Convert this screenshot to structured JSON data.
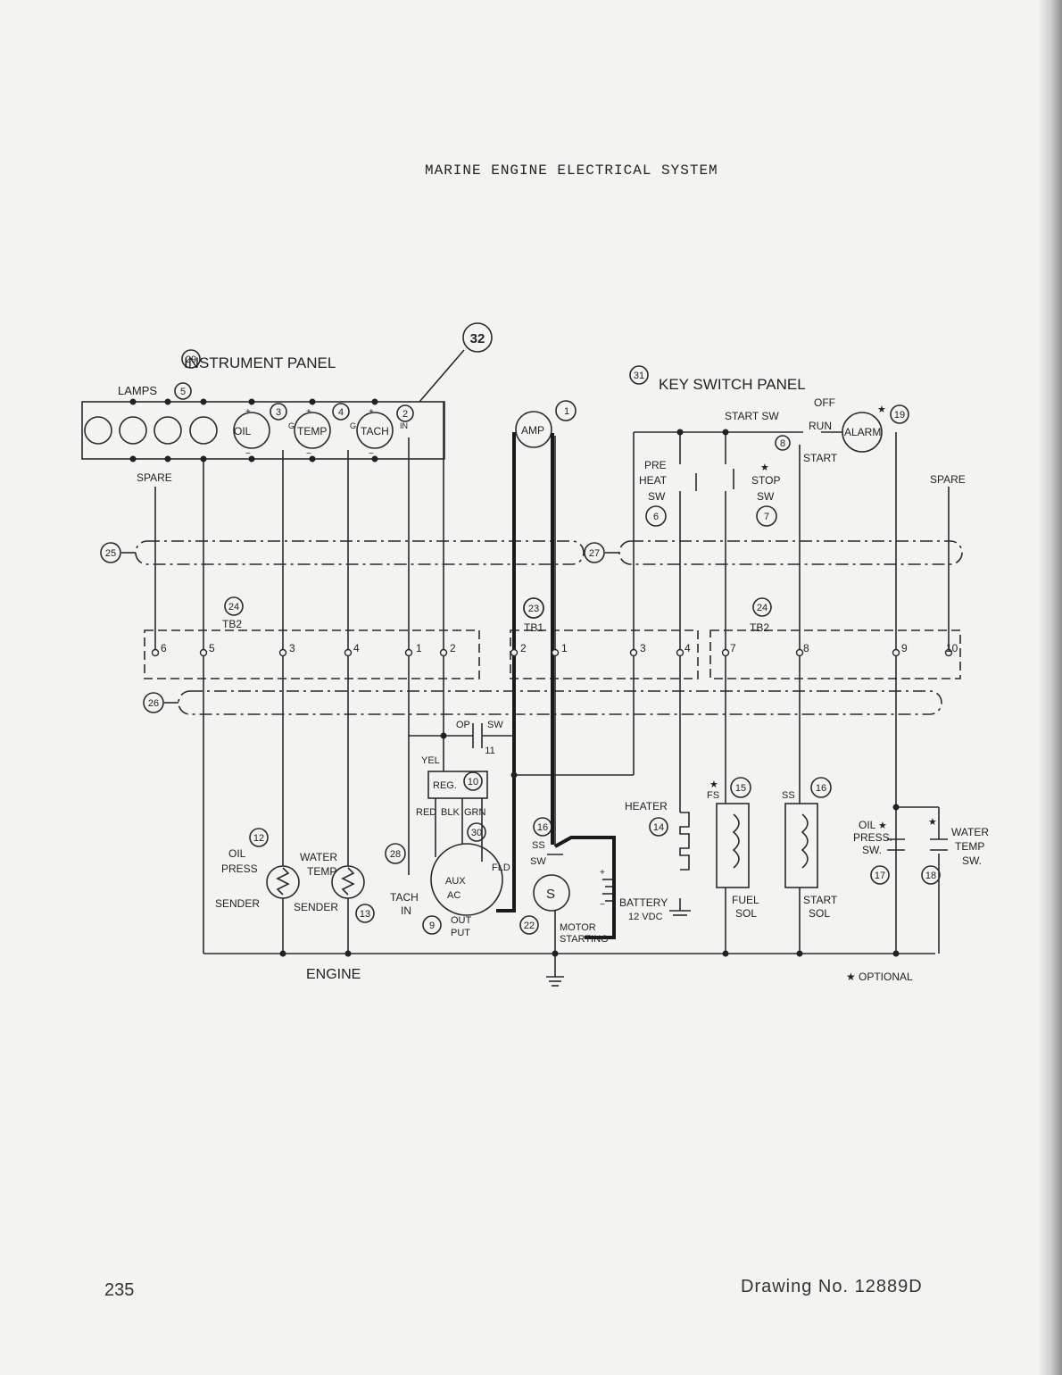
{
  "title": "MARINE ENGINE ELECTRICAL SYSTEM",
  "page_number": "235",
  "drawing_number": "Drawing No. 12889D",
  "labels": {
    "instrument_panel": "INSTRUMENT  PANEL",
    "key_switch_panel": "KEY SWITCH  PANEL",
    "lamps": "LAMPS",
    "spare": "SPARE",
    "tb2": "TB2",
    "tb1": "TB1",
    "engine": "ENGINE",
    "optional": "OPTIONAL",
    "oil": "OIL",
    "temp": "TEMP",
    "tach": "TACH",
    "amp": "AMP",
    "alarm": "ALARM",
    "start_sw": "START SW",
    "off": "OFF",
    "run": "RUN",
    "start": "START",
    "pre": "PRE",
    "heat": "HEAT",
    "sw": "SW",
    "stop": "STOP",
    "op": "OP",
    "yel": "YEL",
    "reg": "REG.",
    "red": "RED",
    "blk": "BLK",
    "grn": "GRN",
    "fld": "FLD",
    "aux": "AUX",
    "ac": "AC",
    "out": "OUT",
    "put": "PUT",
    "tach_in_1": "TACH",
    "tach_in_2": "IN",
    "ss": "SS",
    "ss_sw": "SW",
    "s": "S",
    "motor": "MOTOR",
    "starting": "STARTING",
    "battery": "BATTERY",
    "vdc": "12 VDC",
    "heater": "HEATER",
    "fs": "FS",
    "fuel": "FUEL",
    "sol": "SOL",
    "start_sol_1": "START",
    "start_sol_2": "SOL",
    "oil_press_1": "OIL",
    "oil_press_2": "PRESS.",
    "oil_press_3": "SW.",
    "water_temp_1": "WATER",
    "water_temp_2": "TEMP",
    "water_temp_3": "SW.",
    "oil_sender_1": "OIL",
    "oil_sender_2": "PRESS",
    "oil_sender_3": "SENDER",
    "water_sender_1": "WATER",
    "water_sender_2": "TEMP",
    "water_sender_3": "SENDER",
    "g": "G",
    "in": "IN",
    "plus": "+",
    "minus": "−",
    "ss_sw_label": "SS",
    "ss_label": "SS",
    "star": "★"
  },
  "callouts": {
    "c1": "1",
    "c2": "2",
    "c3": "3",
    "c4": "4",
    "c5": "5",
    "c6": "6",
    "c7": "7",
    "c8": "8",
    "c9": "9",
    "c10": "10",
    "c11": "11",
    "c12": "12",
    "c13": "13",
    "c14": "14",
    "c15": "15",
    "c16a": "16",
    "c16b": "16",
    "c17": "17",
    "c18": "18",
    "c19": "19",
    "c22": "22",
    "c23": "23",
    "c24a": "24",
    "c24b": "24",
    "c25": "25",
    "c26": "26",
    "c27": "27",
    "c28": "28",
    "c29": "29",
    "c30": "30",
    "c31": "31",
    "c32": "32"
  },
  "terminals": {
    "tb2_left": [
      "6",
      "5",
      "3",
      "4",
      "1",
      "2"
    ],
    "tb1": [
      "2",
      "1",
      "3",
      "4"
    ],
    "tb2_right": [
      "7",
      "8",
      "9",
      "10"
    ]
  }
}
